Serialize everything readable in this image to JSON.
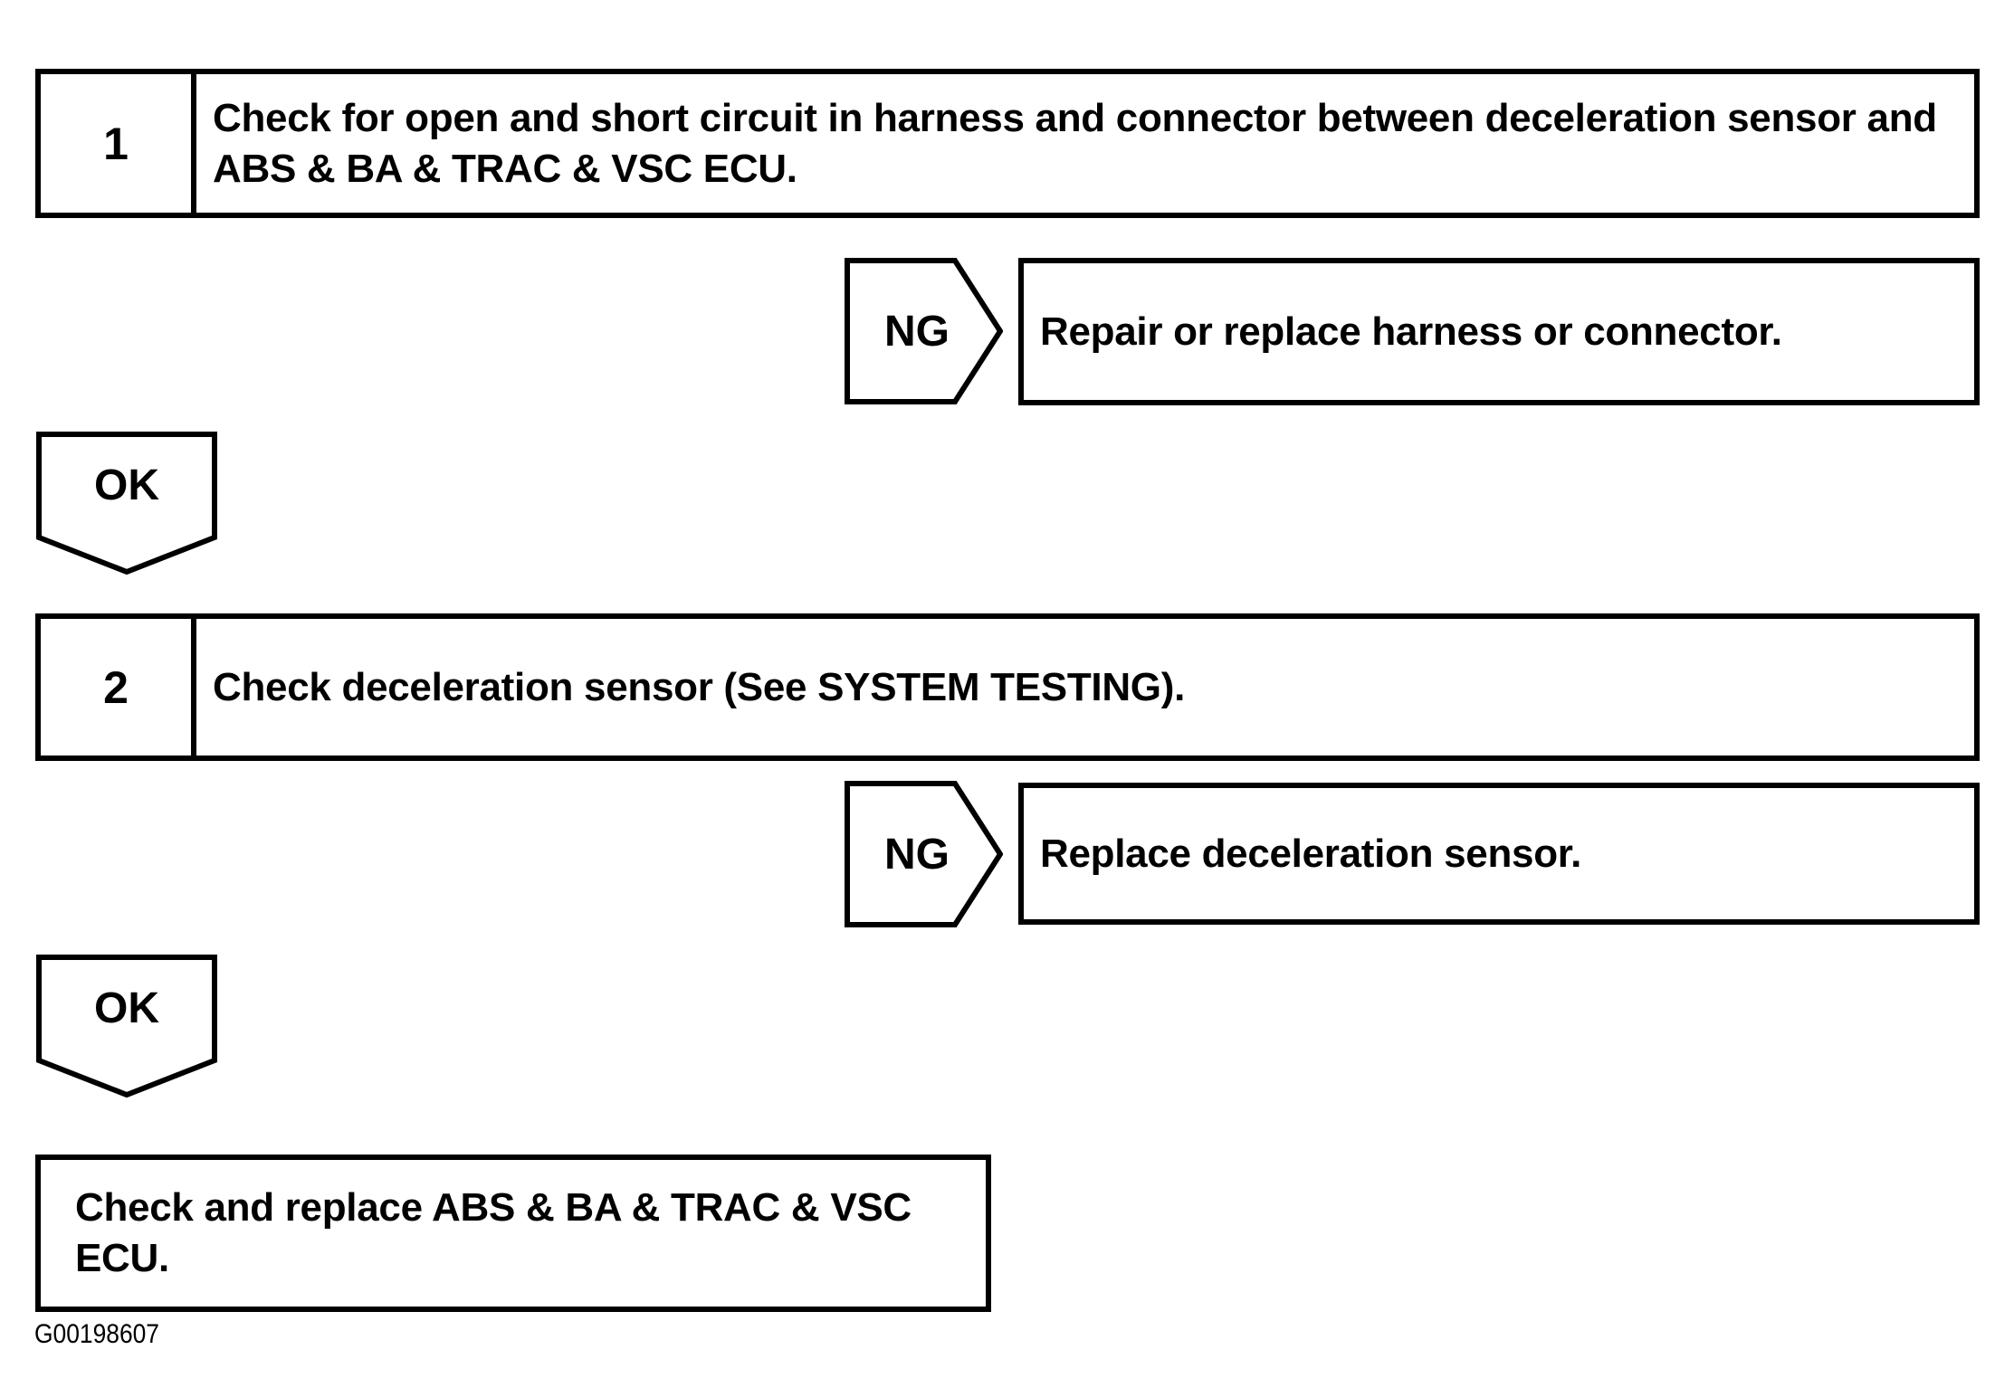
{
  "figure": {
    "id_label": "G00198607"
  },
  "colors": {
    "ink": "#000000",
    "paper": "#ffffff"
  },
  "flowchart": {
    "steps": [
      {
        "number": "1",
        "instruction": "Check for open and short circuit in harness and connector between deceleration sensor and ABS & BA & TRAC & VSC ECU.",
        "ng_label": "NG",
        "ng_action": "Repair or replace harness or connector.",
        "ok_label": "OK"
      },
      {
        "number": "2",
        "instruction": "Check deceleration sensor (See SYSTEM TESTING).",
        "ng_label": "NG",
        "ng_action": "Replace deceleration sensor.",
        "ok_label": "OK"
      }
    ],
    "final_action": "Check and replace ABS & BA & TRAC & VSC ECU."
  }
}
